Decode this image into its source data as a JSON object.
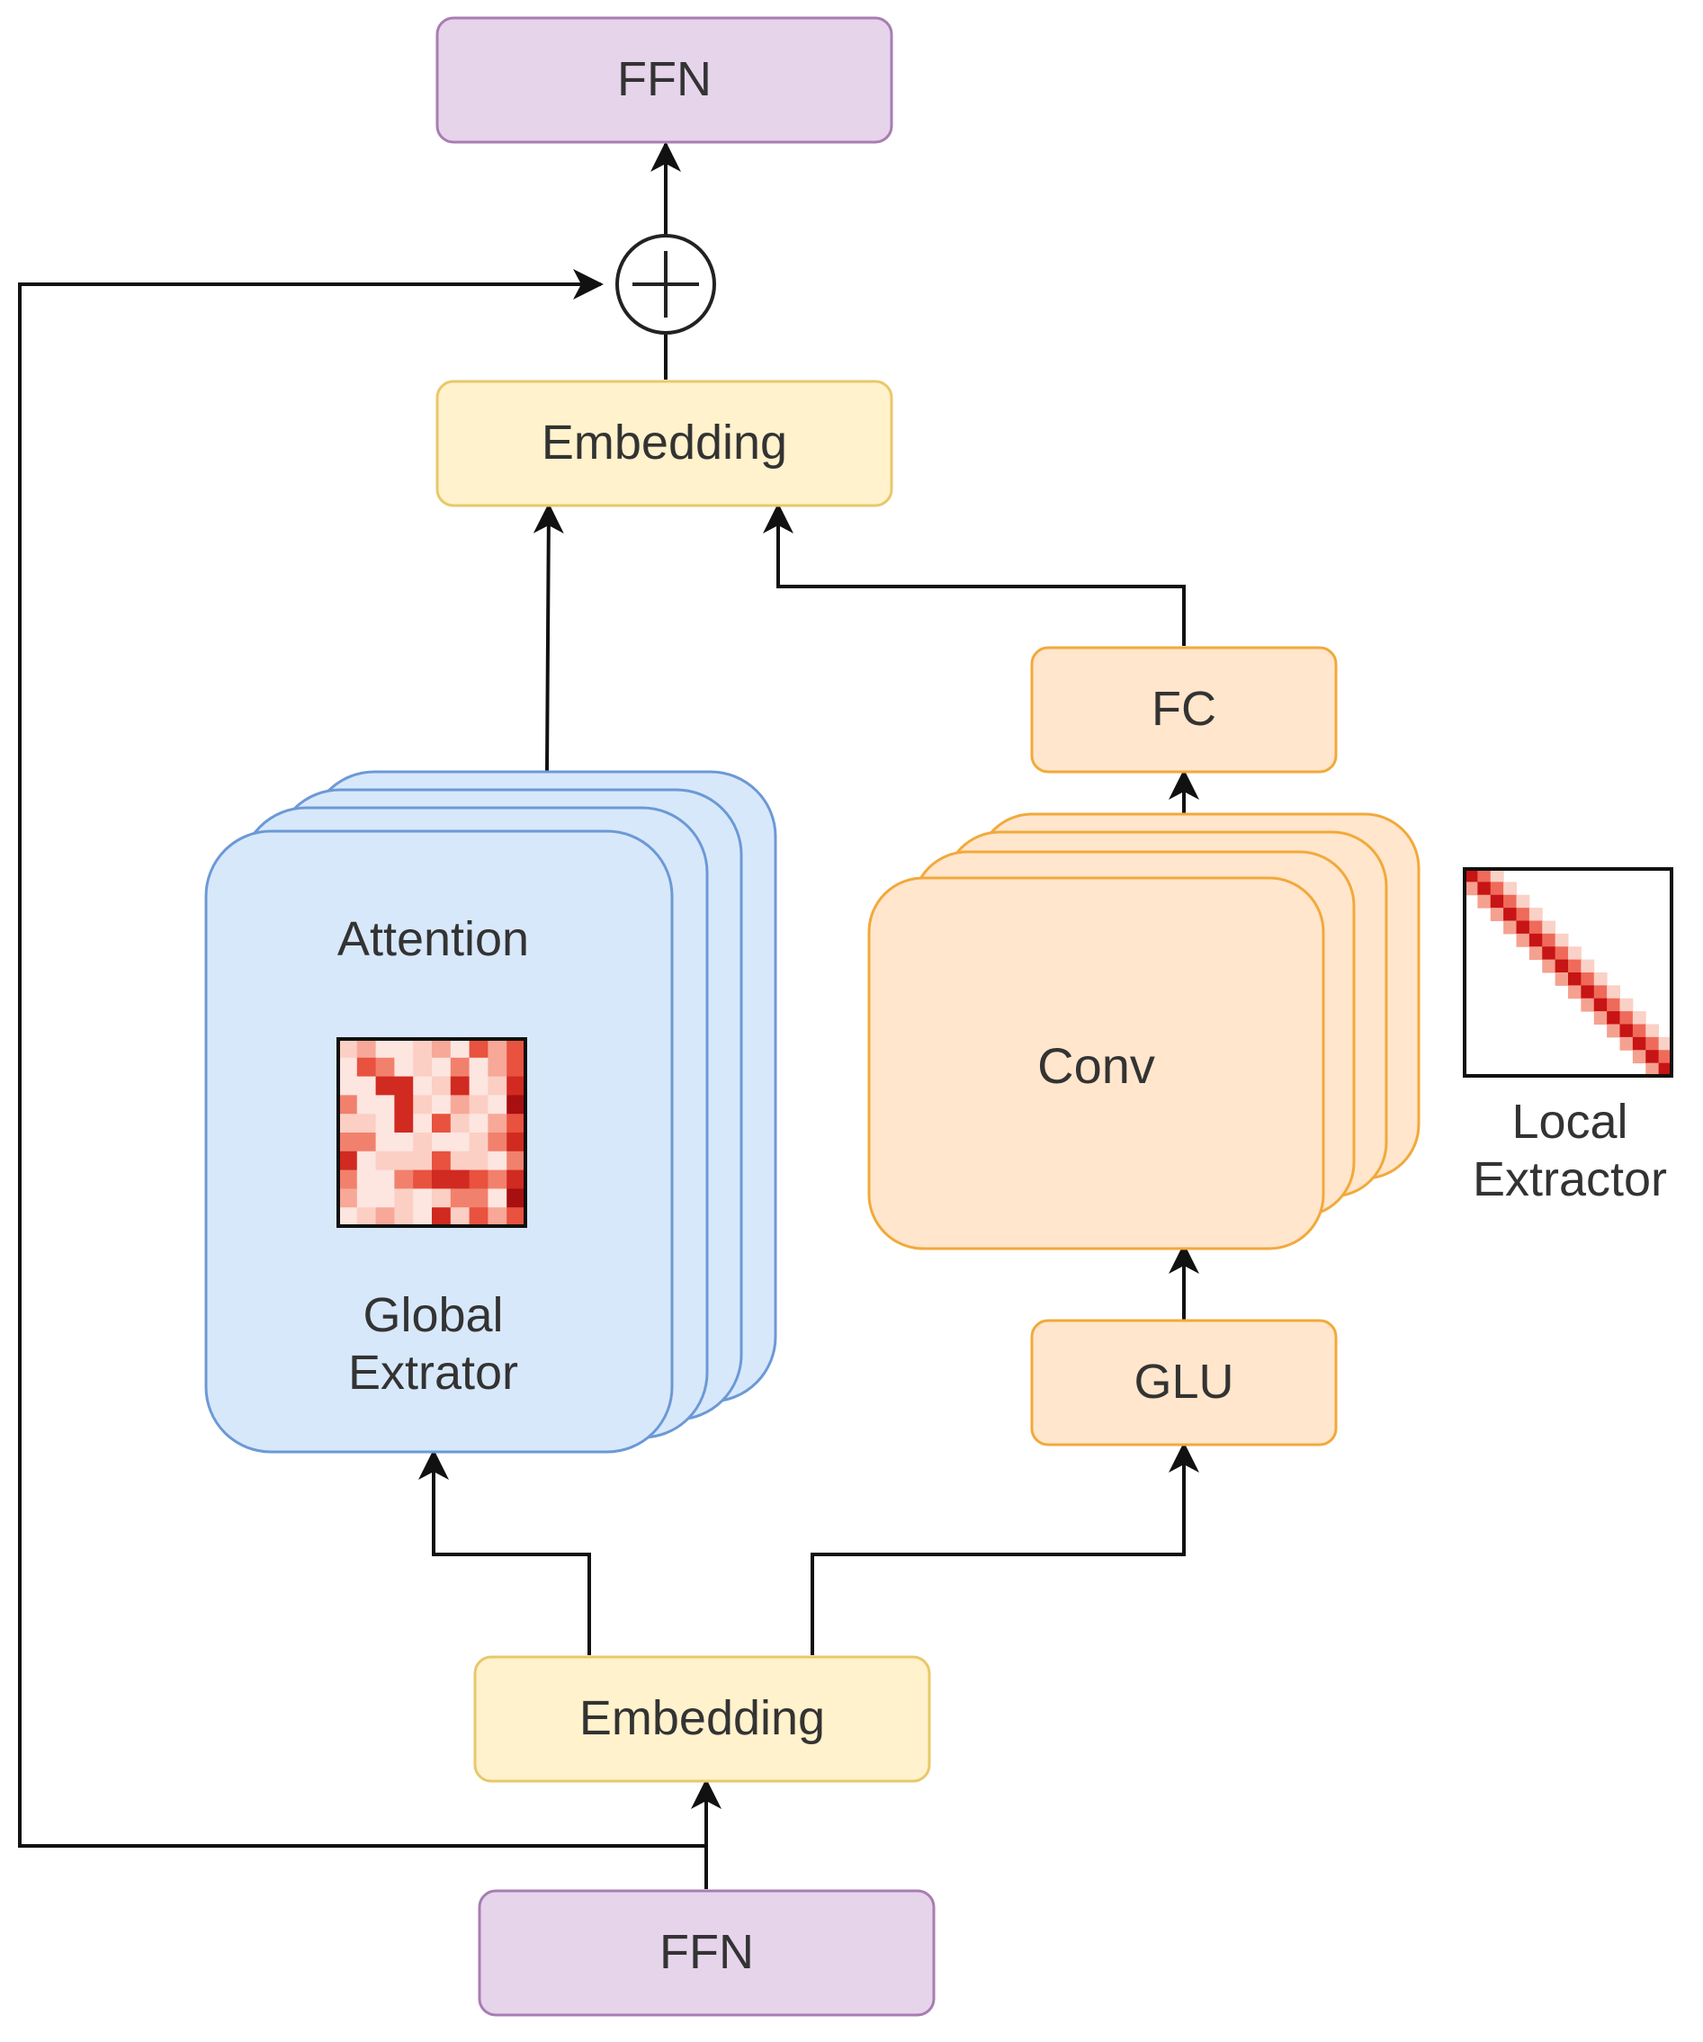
{
  "diagram": {
    "top_ffn": "FFN",
    "top_embedding": "Embedding",
    "attention": "Attention",
    "global_extractor": "Global\nExtrator",
    "fc": "FC",
    "conv": "Conv",
    "glu": "GLU",
    "local_extractor": "Local\nExtractor",
    "bottom_embedding": "Embedding",
    "bottom_ffn": "FFN",
    "add_symbol": "+"
  },
  "colors": {
    "ffn_fill": "#e6d4eb",
    "ffn_stroke": "#a87db3",
    "embedding_fill": "#fff2cc",
    "embedding_stroke": "#e8c86a",
    "attention_fill": "#d8e8fb",
    "attention_stroke": "#6c99d6",
    "conv_fill": "#ffe6cc",
    "conv_stroke": "#f2a93b",
    "arrow": "#111111",
    "heat_dark": "#b00000",
    "heat_light": "#fde5e0"
  }
}
